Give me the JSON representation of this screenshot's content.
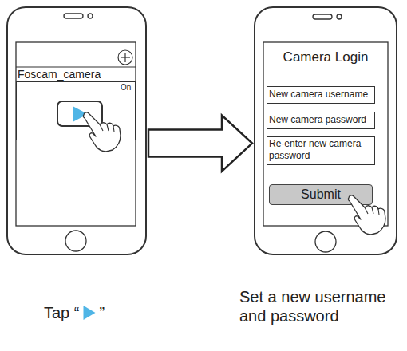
{
  "diagram": {
    "nodes": [
      {
        "text": [
          "Tap “",
          "”"
        ]
      },
      {
        "text": [
          "Foscam_camera",
          "On"
        ],
        "in": 0
      },
      {
        "text": [
          "Set a new username and password"
        ]
      },
      {
        "text": [
          "Camera Login"
        ],
        "in": 2
      },
      {
        "text": [
          "New camera username"
        ],
        "in": 2
      },
      {
        "text": [
          "New camera password"
        ],
        "in": 2
      },
      {
        "text": [
          "Re-enter new camera password"
        ],
        "in": 2
      },
      {
        "text": [
          "Submit"
        ],
        "in": 2
      }
    ],
    "edges": [
      {
        "from": 0,
        "to": 2,
        "arrow": "to"
      }
    ]
  }
}
